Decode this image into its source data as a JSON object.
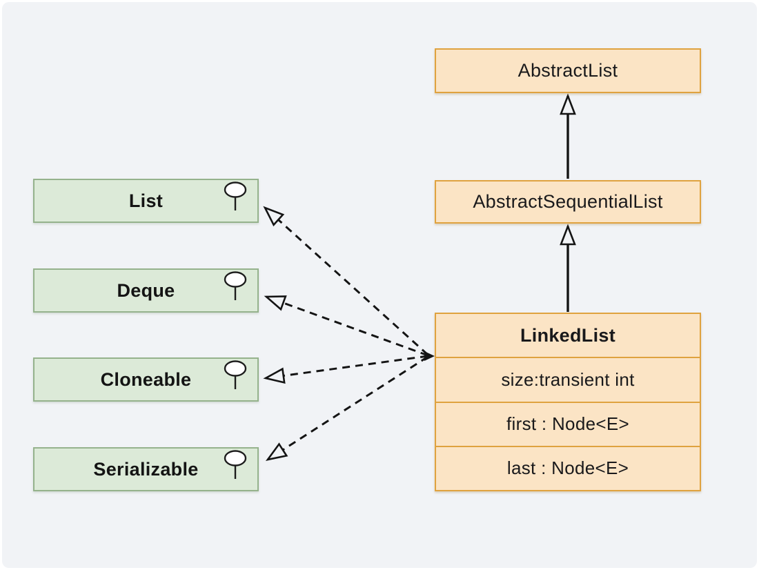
{
  "diagram": {
    "classes": {
      "abstract_list": {
        "label": "AbstractList"
      },
      "abstract_sequential_list": {
        "label": "AbstractSequentialList"
      },
      "linked_list": {
        "title": "LinkedList",
        "attributes": [
          "size:transient int",
          "first : Node<E>",
          "last : Node<E>"
        ]
      }
    },
    "interfaces": [
      {
        "label": "List"
      },
      {
        "label": "Deque"
      },
      {
        "label": "Cloneable"
      },
      {
        "label": "Serializable"
      }
    ],
    "relationships": {
      "inheritance": [
        "AbstractSequentialList -> AbstractList",
        "LinkedList -> AbstractSequentialList"
      ],
      "realization": [
        "LinkedList -> List",
        "LinkedList -> Deque",
        "LinkedList -> Cloneable",
        "LinkedList -> Serializable"
      ]
    },
    "icons": {
      "lollipop": "interface-lollipop (circle on stick)"
    },
    "colors": {
      "background": "#f1f3f6",
      "class_fill": "#fbe4c5",
      "class_border": "#dfa23f",
      "interface_fill": "#dcead8",
      "interface_border": "#95b28c",
      "line": "#141414"
    }
  }
}
